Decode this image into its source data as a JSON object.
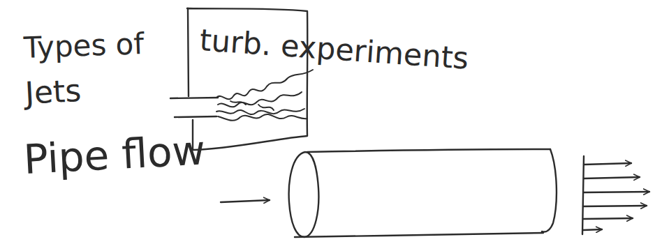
{
  "diagram": {
    "labels": [
      "Types of",
      "turb. experiments",
      "Jets",
      "Pipe flow"
    ]
  }
}
